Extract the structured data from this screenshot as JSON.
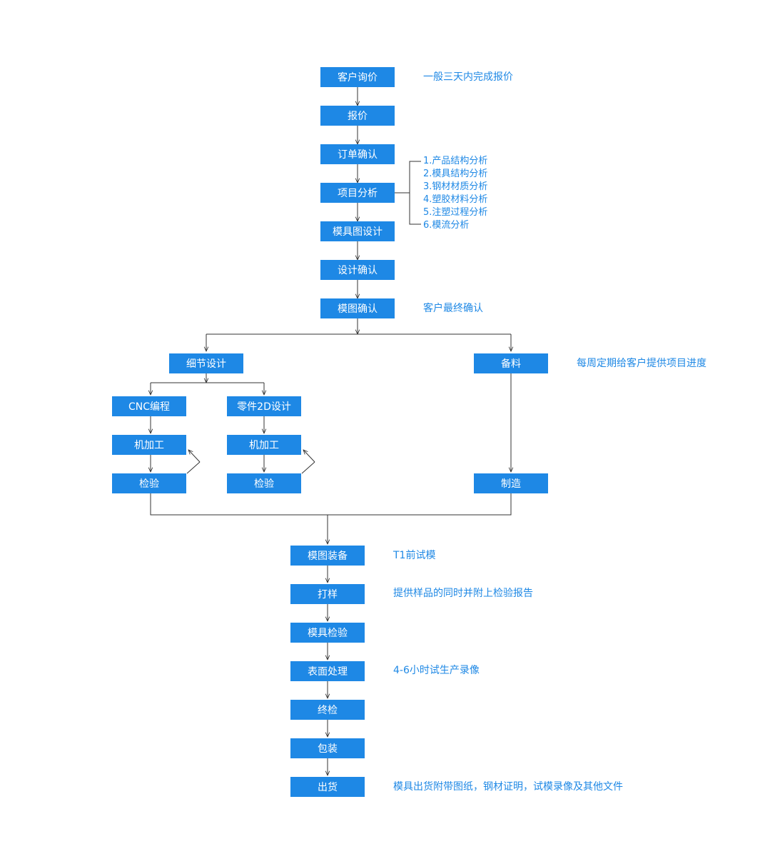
{
  "steps": {
    "inquiry": "客户询价",
    "quote": "报价",
    "order_confirm": "订单确认",
    "project_analysis": "项目分析",
    "mold_design": "模具图设计",
    "design_confirm": "设计确认",
    "drawing_confirm": "模图确认",
    "detail_design": "细节设计",
    "material_prep": "备料",
    "cnc": "CNC编程",
    "parts_2d": "零件2D设计",
    "machining_a": "机加工",
    "machining_b": "机加工",
    "inspect_a": "检验",
    "inspect_b": "检验",
    "manufacture": "制造",
    "mold_assembly": "模图装备",
    "sampling": "打样",
    "mold_inspection": "模具检验",
    "surface": "表面处理",
    "final_inspection": "终检",
    "packing": "包装",
    "shipping": "出货"
  },
  "notes": {
    "inquiry": "一般三天内完成报价",
    "analysis_items": [
      "1.产品结构分析",
      "2.模具结构分析",
      "3.钢材材质分析",
      "4.塑胶材料分析",
      "5.注塑过程分析",
      "6.模流分析"
    ],
    "drawing_confirm": "客户最终确认",
    "material_prep": "每周定期给客户提供项目进度",
    "mold_assembly": "T1前试模",
    "sampling": "提供样品的同时并附上检验报告",
    "surface": "4-6小时试生产录像",
    "shipping": "模具出货附带图纸，钢材证明，试模录像及其他文件"
  },
  "colors": {
    "box": "#1e88e5",
    "note": "#1e88e5",
    "line": "#333333"
  }
}
